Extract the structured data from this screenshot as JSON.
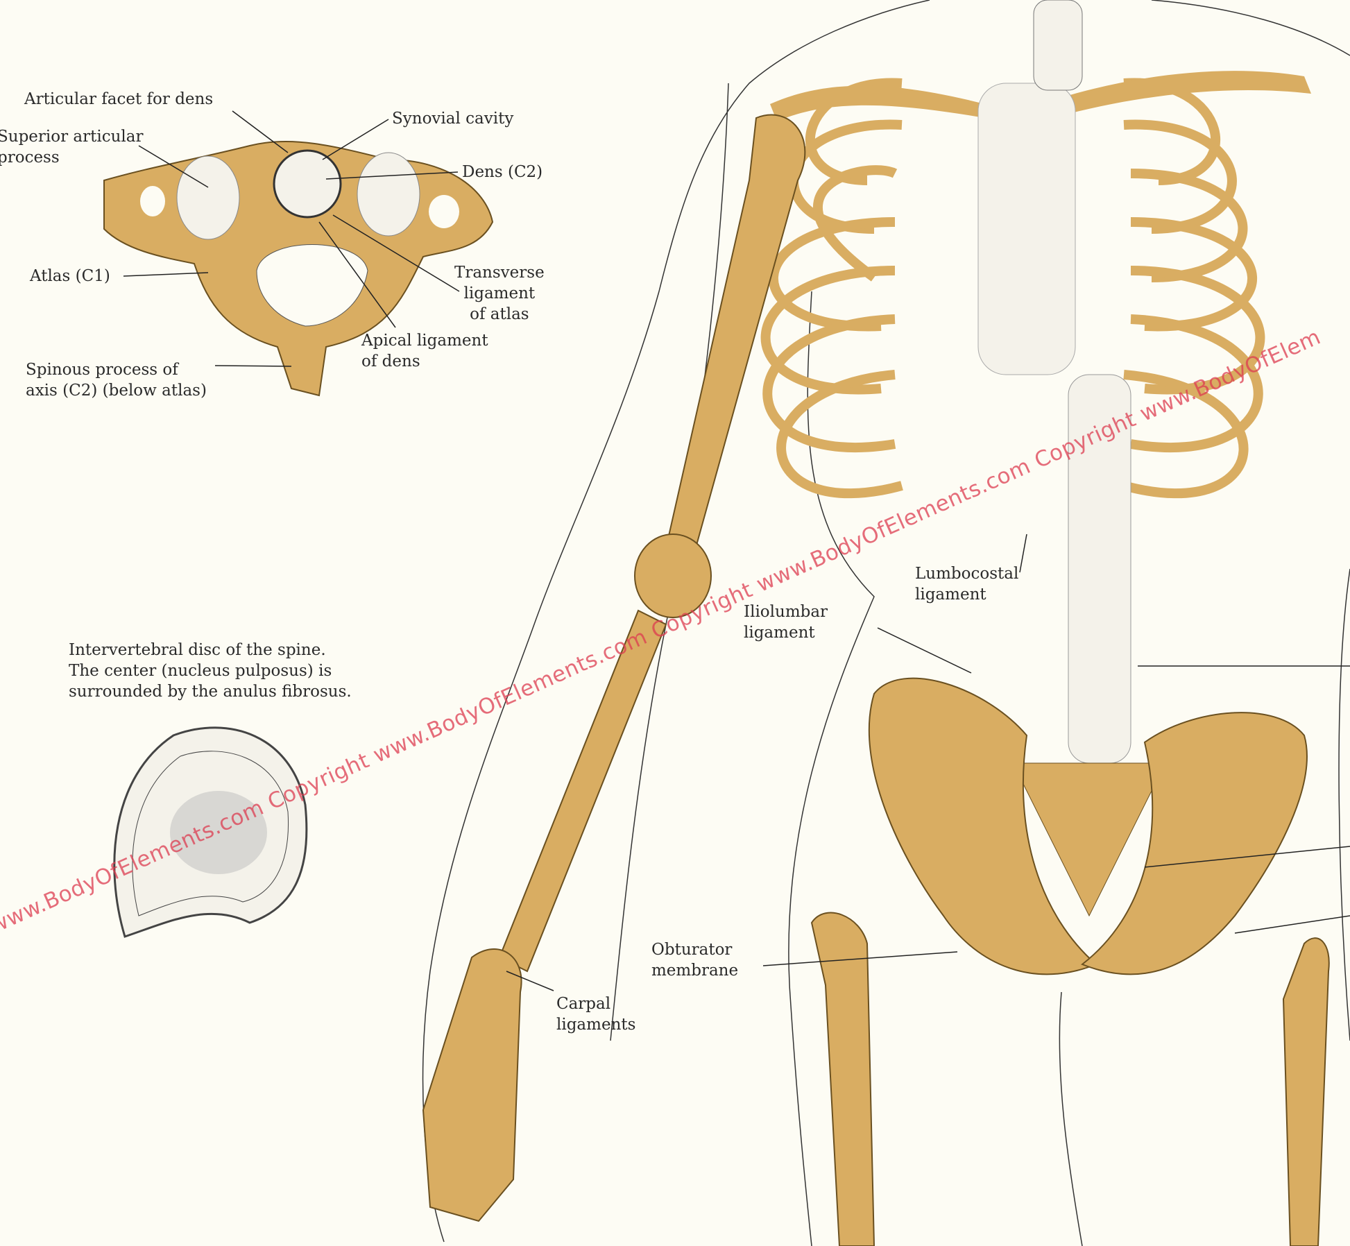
{
  "colors": {
    "background": "#fdfcf4",
    "bone": "#d9ad62",
    "bone_dark": "#8a6a30",
    "ligament": "#f4f2ea",
    "watermark": "#dc3c50"
  },
  "atlas_labels": {
    "articular_facet": "Articular facet for dens",
    "superior_articular": [
      "Superior articular",
      "process"
    ],
    "synovial_cavity": "Synovial cavity",
    "dens": "Dens (C2)",
    "atlas": "Atlas (C1)",
    "transverse": [
      "Transverse",
      "ligament",
      "of atlas"
    ],
    "apical": [
      "Apical ligament",
      "of dens"
    ],
    "spinous": [
      "Spinous process of",
      "axis (C2) (below atlas)"
    ]
  },
  "disc_caption": [
    "Intervertebral disc of the spine.",
    "The center (nucleus pulposus) is",
    "surrounded by the anulus fibrosus."
  ],
  "skeleton_labels": {
    "lumbocostal": [
      "Lumbocostal",
      "ligament"
    ],
    "iliolumbar": [
      "Iliolumbar",
      "ligament"
    ],
    "obturator": [
      "Obturator",
      "membrane"
    ],
    "carpal": [
      "Carpal",
      "ligaments"
    ]
  },
  "watermark": "www.BodyOfElements.com  Copyright  www.BodyOfElements.com  Copyright  www.BodyOfElements.com  Copyright  www.BodyOfElem"
}
